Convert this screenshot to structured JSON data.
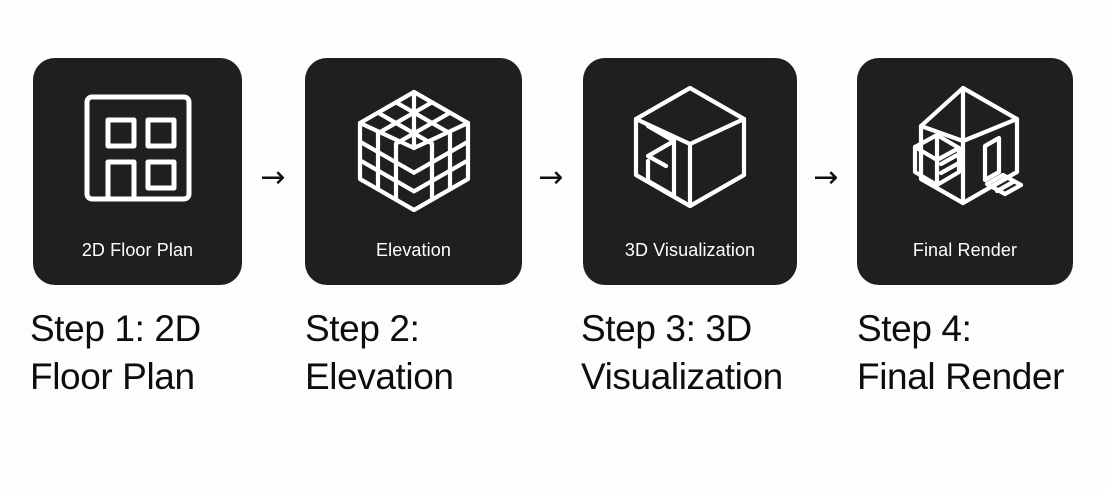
{
  "background_color": "#fdfdfb",
  "card_color": "#1f1f1f",
  "card_text_color": "#ffffff",
  "caption_text_color": "#0d0d0d",
  "arrow_glyph": "→",
  "steps": [
    {
      "card_label": "2D Floor Plan",
      "caption": "Step 1: 2D\nFloor Plan",
      "icon": "floor-plan-icon"
    },
    {
      "card_label": "Elevation",
      "caption": "Step 2:\nElevation",
      "icon": "grid-cube-icon"
    },
    {
      "card_label": "3D Visualization",
      "caption": "Step 3: 3D\nVisualization",
      "icon": "cube-3d-icon"
    },
    {
      "card_label": "Final Render",
      "caption": "Step 4:\nFinal Render",
      "icon": "isometric-building-icon"
    }
  ],
  "arrows": [
    {
      "label": "arrow-step-1-to-2"
    },
    {
      "label": "arrow-step-2-to-3"
    },
    {
      "label": "arrow-step-3-to-4"
    }
  ]
}
